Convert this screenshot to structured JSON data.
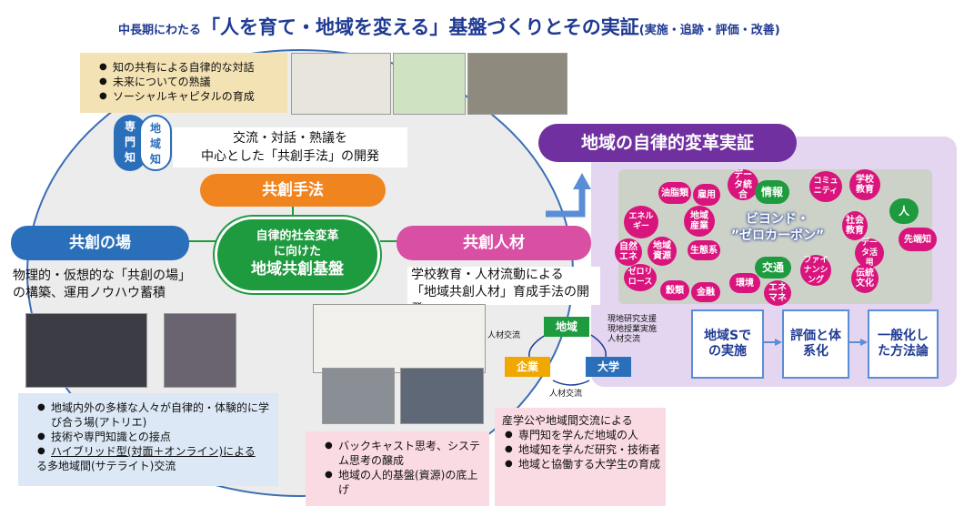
{
  "title": {
    "prefix": "中長期にわたる",
    "main": "「人を育て・地域を変える」基盤づくりとその実証",
    "suffix": "(実施・追跡・評価・改善)"
  },
  "top_box": {
    "bullets": [
      "知の共有による自律的な対話",
      "未来についての熟議",
      "ソーシャルキャピタルの育成"
    ]
  },
  "knowledge_circles": {
    "expert": "専門知",
    "local": "地域知"
  },
  "method_desc": {
    "line1": "交流・対話・熟議を",
    "line2": "中心とした「共創手法」の開発"
  },
  "method_label": "共創手法",
  "field_label": "共創の場",
  "talent_label": "共創人材",
  "center": {
    "line1": "自律的社会変革",
    "line2": "に向けた",
    "line3": "地域共創基盤"
  },
  "field_desc": {
    "line1": "物理的・仮想的な「共創の場」",
    "line2": "の構築、運用ノウハウ蓄積"
  },
  "talent_desc": {
    "line1": "学校教育・人材流動による",
    "line2": "「地域共創人材」育成手法の開発"
  },
  "transform_title": "地域の自律的変革実証",
  "beyond": {
    "line1": "ビヨンド・",
    "line2": "”ゼロカーボン”"
  },
  "tags": {
    "data_integration": "データ統合",
    "info": "情報",
    "community": "コミュニティ",
    "school_edu": "学校教育",
    "oil": "油脂類",
    "employment": "雇用",
    "energy": "エネルギー",
    "local_industry": "地域産業",
    "person": "人",
    "social_edu": "社会教育",
    "data_use": "データ活用",
    "advanced": "先端知",
    "nature_energy": "自然エネ",
    "local_resource": "地域資源",
    "ecosystem": "生態系",
    "zero_waste": "ゼロリロース",
    "traffic": "交通",
    "funding": "ファイナンシング",
    "tradition": "伝統文化",
    "grain": "穀類",
    "money": "金融",
    "environment": "環境",
    "ene_manage": "エネマネ"
  },
  "flow_boxes": [
    "地域Sでの実施",
    "評価と体系化",
    "一般化した方法論"
  ],
  "left_bottom": {
    "bullets": [
      "地域内外の多様な人々が自律的・体験的に学び合う場(アトリエ)",
      "技術や専門知識との接点"
    ],
    "underlined": "ハイブリッド型(対面＋オンライン)による",
    "last": "る多地域間(サテライト)交流"
  },
  "mid_bottom": {
    "bullets": [
      "バックキャスト思考、システム思考の醸成",
      "地域の人的基盤(資源)の底上げ"
    ]
  },
  "triangle": {
    "region": "地域",
    "company": "企業",
    "university": "大学",
    "exchange_left": "人材交流",
    "exchange_bottom": "人材交流",
    "support": [
      "現地研究支援",
      "現地授業実施",
      "人材交流"
    ]
  },
  "right_bottom": {
    "header": "産学公や地域間交流による",
    "bullets": [
      "専門知を学んだ地域の人",
      "地域知を学んだ研究・技術者",
      "地域と協働する大学生の育成"
    ]
  },
  "colors": {
    "orange": "#f0841e",
    "blue": "#2a6fba",
    "pink": "#d94fa4",
    "green": "#1e9a3f",
    "purple": "#7030a0",
    "title": "#1f3a93"
  }
}
